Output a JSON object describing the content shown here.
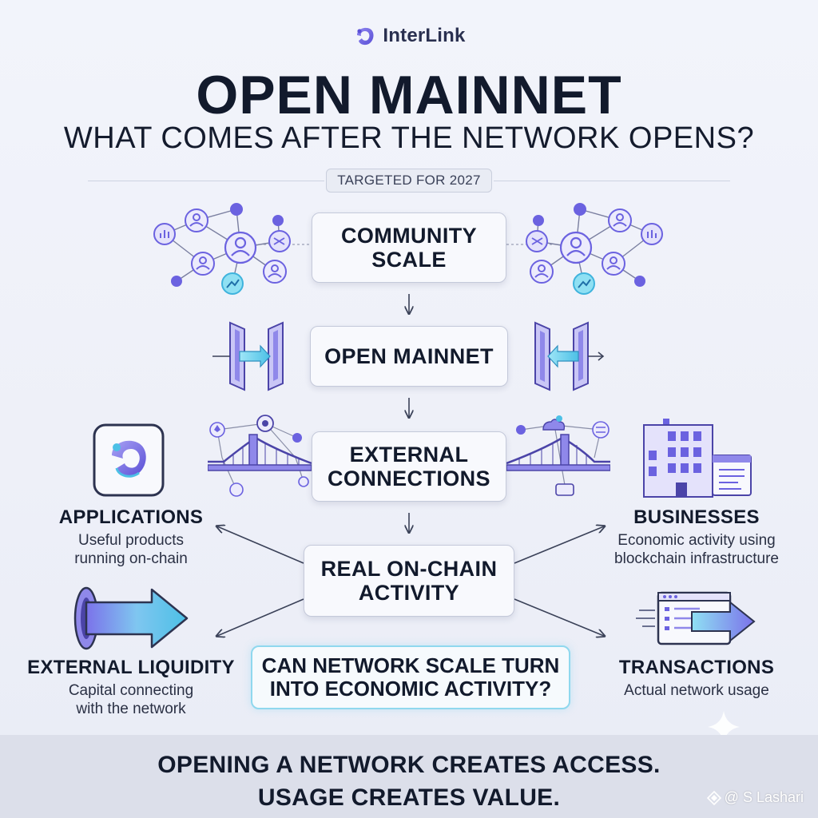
{
  "brand": {
    "name": "InterLink",
    "logo_icon": "interlink-logo-icon",
    "accent": "#6b62e0"
  },
  "header": {
    "title": "OPEN MAINNET",
    "subtitle": "WHAT COMES AFTER THE NETWORK OPENS?",
    "tag": "TARGETED FOR 2027"
  },
  "flow": [
    {
      "id": "community-scale",
      "label": "COMMUNITY\nSCALE",
      "icon": "network-nodes-icon"
    },
    {
      "id": "open-mainnet",
      "label": "OPEN MAINNET",
      "icon": "gate-arrow-icon"
    },
    {
      "id": "external-connections",
      "label": "EXTERNAL\nCONNECTIONS",
      "icon": "bridge-icon"
    },
    {
      "id": "real-activity",
      "label": "REAL ON-CHAIN\nACTIVITY"
    }
  ],
  "outcomes": [
    {
      "id": "applications",
      "title": "APPLICATIONS",
      "desc": "Useful products\nrunning on-chain",
      "icon": "app-logo-icon"
    },
    {
      "id": "businesses",
      "title": "BUSINESSES",
      "desc": "Economic activity using\nblockchain infrastructure",
      "icon": "office-building-icon"
    },
    {
      "id": "external-liquidity",
      "title": "EXTERNAL LIQUIDITY",
      "desc": "Capital connecting\nwith the network",
      "icon": "liquidity-arrow-icon"
    },
    {
      "id": "transactions",
      "title": "TRANSACTIONS",
      "desc": "Actual network usage",
      "icon": "transaction-window-icon"
    }
  ],
  "question": "CAN NETWORK SCALE TURN\nINTO ECONOMIC ACTIVITY?",
  "footer": "OPENING A NETWORK CREATES ACCESS.\nUSAGE CREATES VALUE.",
  "credit": "@ S Lashari",
  "colors": {
    "purple": "#6b62e0",
    "lavender": "#b9b5f3",
    "cyan": "#5cc6e8",
    "navy": "#121a2c"
  }
}
